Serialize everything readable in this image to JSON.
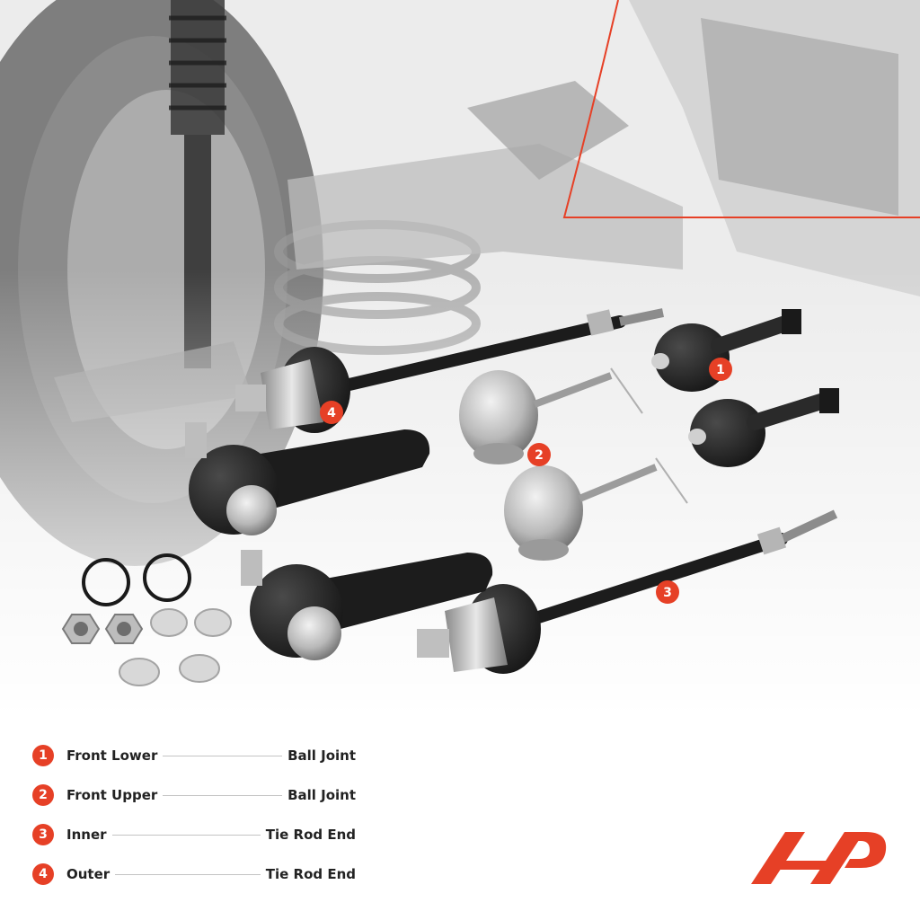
{
  "callouts": [
    {
      "number": "1"
    },
    {
      "number": "2"
    },
    {
      "number": "3"
    },
    {
      "number": "4"
    }
  ],
  "legend": [
    {
      "number": "1",
      "left": "Front Lower",
      "right": "Ball Joint"
    },
    {
      "number": "2",
      "left": "Front Upper",
      "right": "Ball Joint"
    },
    {
      "number": "3",
      "left": "Inner",
      "right": "Tie Rod End"
    },
    {
      "number": "4",
      "left": "Outer",
      "right": "Tie Rod End"
    }
  ],
  "colors": {
    "accent": "#e64026",
    "text": "#222222",
    "part_black": "#1c1c1c",
    "background_gray": "#d6d6d6"
  },
  "icons": {
    "logo": "a-premium-logo-icon"
  }
}
